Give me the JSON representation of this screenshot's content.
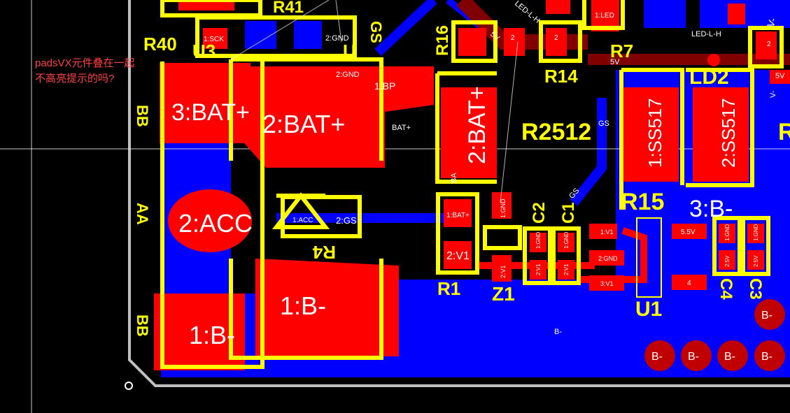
{
  "annotation": {
    "line1": "padsVX元件叠在一起",
    "line2": "不高亮提示的吗?"
  },
  "colors": {
    "background": "#000000",
    "copper_top": "#ff0000",
    "copper_bottom": "#0000ff",
    "silkscreen": "#ffff00",
    "board_outline": "#c0c0c0",
    "dark_trace": "#800000"
  },
  "labels": {
    "r41": "R41",
    "r40": "R40",
    "u3": "U3",
    "u_partial": "U",
    "r16": "R16",
    "r14": "R14",
    "r7": "R7",
    "r2512": "R2512",
    "r15": "R15",
    "ld2": "LD2",
    "r1": "R1",
    "z1": "Z1",
    "u1": "U1",
    "c1": "C1",
    "c2": "C2",
    "c3": "C3",
    "c4": "C4",
    "r4": "R4",
    "r_partial": "R",
    "bb1": "BB",
    "bb2": "BB",
    "aa": "AA",
    "gs_partial": "GS"
  },
  "pads": {
    "bat_plus_3": "3:BAT+",
    "bat_plus_2a": "2:BAT+",
    "bat_plus_2b": "2:BAT+",
    "acc_2": "2:ACC",
    "b_minus_1a": "1:B-",
    "b_minus_1b": "1:B-",
    "b_minus_3": "3:B-",
    "ss517_1": "1:SS517",
    "ss517_2": "2:SS517",
    "p1_bat": "1:BAT+",
    "p2_v1": "2:V1",
    "p1_gnd_z": "1:GND",
    "p2_v1_z": "2:V1",
    "p1_v1": "1:V1",
    "p2_gnd": "2:GND",
    "p3_v1": "3:V1",
    "p1_acc": "1:ACC",
    "p2_gs": "2:GS",
    "p2_gnd_top": "2:GND",
    "p1_sck": "1:SCK",
    "p1_led": "1:LED",
    "p_5v5": "5.5V",
    "p_4": "4",
    "p_2": "2",
    "p_2b": "2",
    "p_2c": "2",
    "p_c1_1": "1:GND",
    "p_c1_2": "2:V1",
    "p_c2_1": "1:GND",
    "p_c2_2": "2:V1",
    "p_c3_1": "1:GND",
    "p_c3_2": "2:5V",
    "p_c4_1": "1:GND",
    "p_c4_2": "2:5V",
    "p_b1": "B-",
    "p_b2": "B-",
    "p_b3": "B-",
    "p_b4": "B-",
    "p_b5": "B-",
    "p_b6": "B-"
  },
  "nets": {
    "bat_plus": "BAT+",
    "b_minus": "B-",
    "gnd": "2:GND",
    "led_l_h": "LED-L-H",
    "led_l_h2": "LED-L-H",
    "five_v_a": "5V",
    "five_v_b": "5V",
    "five_v_c": "5V",
    "gs": "GS",
    "gs2": "GS",
    "ba": "BA",
    "bp": "1:BP",
    "v_minus": "V-",
    "v_minus_top": "V-"
  }
}
